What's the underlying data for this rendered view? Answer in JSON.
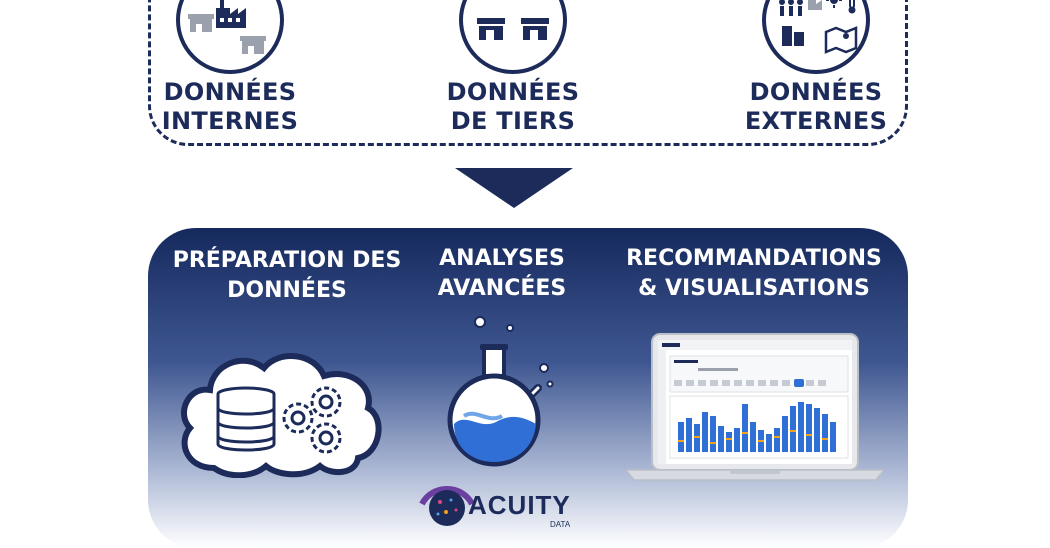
{
  "sources": [
    {
      "label_1": "DONNÉES",
      "label_2": "INTERNES",
      "icon": "factory-shops-icon"
    },
    {
      "label_1": "DONNÉES",
      "label_2": "DE TIERS",
      "icon": "shops-partner-icon"
    },
    {
      "label_1": "DONNÉES",
      "label_2": "EXTERNES",
      "icon": "environment-icon"
    }
  ],
  "steps": [
    {
      "label_1": "PRÉPARATION DES",
      "label_2": "DONNÉES",
      "icon": "cloud-database-gears-icon"
    },
    {
      "label_1": "ANALYSES",
      "label_2": "AVANCÉES",
      "icon": "flask-icon"
    },
    {
      "label_1": "RECOMMANDATIONS",
      "label_2": "& VISUALISATIONS",
      "icon": "laptop-dashboard-icon"
    }
  ],
  "brand": {
    "name": "ACUITY",
    "sub": "DATA"
  },
  "colors": {
    "navy": "#1c2b5a",
    "blue": "#2f6fd6",
    "light_blue": "#6fa6e8",
    "grey": "#9aa1ad"
  }
}
